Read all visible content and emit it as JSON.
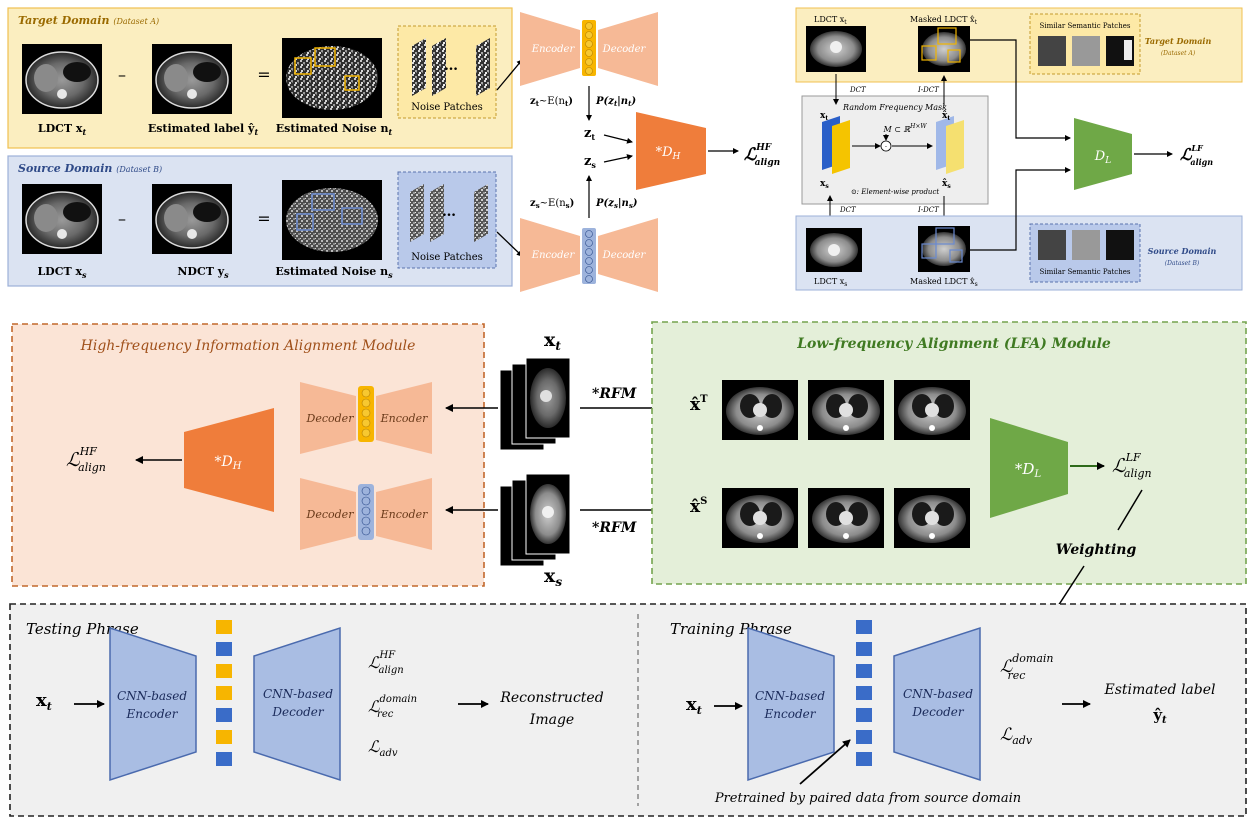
{
  "colors": {
    "target_fill": "#fbeec0",
    "source_fill": "#dbe3f2",
    "orange": "#ef7d3b",
    "orange_light": "#f6b996",
    "green": "#6fa847",
    "hf_fill": "#fbe4d6",
    "hf_border": "#c2682c",
    "lf_fill": "#e4efd9",
    "lf_border": "#74a44e",
    "blue_block": "#9db3dc",
    "blue_cnn": "#a9bde3",
    "yellow_block": "#f7b500"
  },
  "top": {
    "target_title": "Target Domain",
    "target_sub": "(Dataset A)",
    "source_title": "Source Domain",
    "source_sub": "(Dataset B)",
    "minus": "–",
    "equals": "=",
    "ellipsis": "…",
    "t_ldct": "LDCT  x",
    "t_ldct_sub": "t",
    "t_est": "Estimated label  ŷ",
    "t_est_sub": "t",
    "t_noise": "Estimated Noise  n",
    "t_noise_sub": "t",
    "s_ldct": "LDCT  x",
    "s_ldct_sub": "s",
    "s_ndct": "NDCT  y",
    "s_ndct_sub": "s",
    "s_noise": "Estimated Noise  n",
    "s_noise_sub": "s",
    "noise_patches": "Noise Patches",
    "encoder": "Encoder",
    "decoder": "Decoder",
    "zt_eq": "z",
    "zt_eq_rest": "~E(n",
    "p_zt": "P(z",
    "p_zt_rest": "|n",
    "zs_eq": "z",
    "zs_eq_rest": "~E(n",
    "p_zs": "P(z",
    "p_zs_rest": "|n",
    "zt": "z",
    "zs": "z",
    "dh": "*D",
    "dh_sub": "H",
    "loss_hf": "ℒ",
    "loss_hf_sup": "HF",
    "loss_hf_sub": "align",
    "r_ldct_t": "LDCT  x",
    "r_masked_t": "Masked LDCT  x̂",
    "r_similar": "Similar Semantic Patches",
    "r_target_title": "Target Domain",
    "r_target_sub": "(Dataset A)",
    "dct": "DCT",
    "idct": "I-DCT",
    "rfm_title": "Random Frequency Mask",
    "mask_eq": "M ⊂ ℝ",
    "mask_eq_sup": "H×W",
    "ew": "⊙: Element-wise product",
    "r_ldct_s": "LDCT  x",
    "r_masked_s": "Masked LDCT  x̂",
    "r_source_title": "Source Domain",
    "r_source_sub": "(Dataset B)",
    "dl": "D",
    "dl_sub": "L",
    "loss_lf": "ℒ",
    "loss_lf_sup": "LF",
    "loss_lf_sub": "align"
  },
  "middle": {
    "hf_title": "High-frequency Information Alignment Module",
    "lf_title": "Low-frequency Alignment (LFA) Module",
    "xt": "x",
    "xt_sub": "t",
    "xs": "x",
    "xs_sub": "s",
    "rfm1": "*RFM",
    "rfm2": "*RFM",
    "xhat_t": "x̂",
    "xhat_t_sup": "T",
    "xhat_s": "x̂",
    "xhat_s_sup": "S",
    "decoder": "Decoder",
    "encoder": "Encoder",
    "dh": "*D",
    "dh_sub": "H",
    "dl": "*D",
    "dl_sub": "L",
    "loss_hf": "ℒ",
    "loss_hf_sup": "HF",
    "loss_hf_sub": "align",
    "loss_lf": "ℒ",
    "loss_lf_sup": "LF",
    "loss_lf_sub": "align",
    "weighting": "Weighting"
  },
  "bottom": {
    "testing": "Testing Phrase",
    "training": "Training Phrase",
    "xt": "x",
    "xt_sub": "t",
    "cnn_enc1": "CNN-based",
    "cnn_enc2": "Encoder",
    "cnn_dec1": "CNN-based",
    "cnn_dec2": "Decoder",
    "l_align": "ℒ",
    "l_align_sup": "HF",
    "l_align_sub": "align",
    "l_rec": "ℒ",
    "l_rec_sup": "domain",
    "l_rec_sub": "rec",
    "l_adv": "ℒ",
    "l_adv_sub": "adv",
    "recon1": "Reconstructed",
    "recon2": "Image",
    "est1": "Estimated label",
    "est2": "ŷ",
    "est2_sub": "t",
    "pretrained": "Pretrained by paired data from source domain"
  }
}
